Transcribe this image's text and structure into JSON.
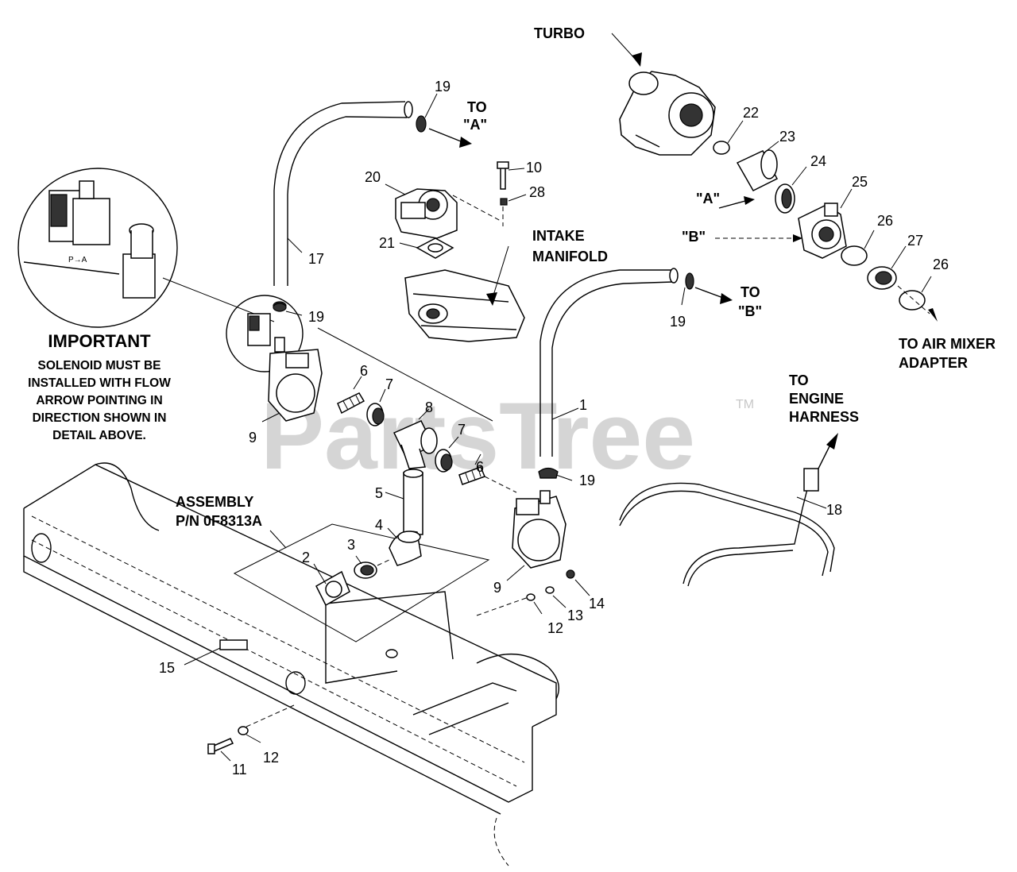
{
  "watermark": {
    "text": "PartsTree",
    "tm": "TM"
  },
  "callouts": {
    "turbo": "TURBO",
    "to_a": [
      "TO",
      "\"A\""
    ],
    "to_b": [
      "TO",
      "\"B\""
    ],
    "a_mark": "\"A\"",
    "b_mark": "\"B\"",
    "intake": [
      "INTAKE",
      "MANIFOLD"
    ],
    "air_mixer": [
      "TO AIR MIXER",
      "ADAPTER"
    ],
    "engine_harness": [
      "TO",
      "ENGINE",
      "HARNESS"
    ],
    "assembly": [
      "ASSEMBLY",
      "P/N 0F8313A"
    ]
  },
  "note": {
    "title": "IMPORTANT",
    "lines": [
      "SOLENOID MUST BE",
      "INSTALLED WITH FLOW",
      "ARROW POINTING IN",
      "DIRECTION SHOWN IN",
      "DETAIL ABOVE."
    ]
  },
  "part_numbers": {
    "p19a": "19",
    "p19b": "19",
    "p19c": "19",
    "p19d": "19",
    "p10": "10",
    "p28": "28",
    "p20": "20",
    "p21": "21",
    "p17": "17",
    "p22": "22",
    "p23": "23",
    "p24": "24",
    "p25": "25",
    "p26a": "26",
    "p26b": "26",
    "p27": "27",
    "p1": "1",
    "p6a": "6",
    "p6b": "6",
    "p7a": "7",
    "p7b": "7",
    "p8": "8",
    "p9a": "9",
    "p9b": "9",
    "p5": "5",
    "p4": "4",
    "p3": "3",
    "p2": "2",
    "p12a": "12",
    "p12b": "12",
    "p13": "13",
    "p14": "14",
    "p15": "15",
    "p11": "11",
    "p18": "18"
  }
}
